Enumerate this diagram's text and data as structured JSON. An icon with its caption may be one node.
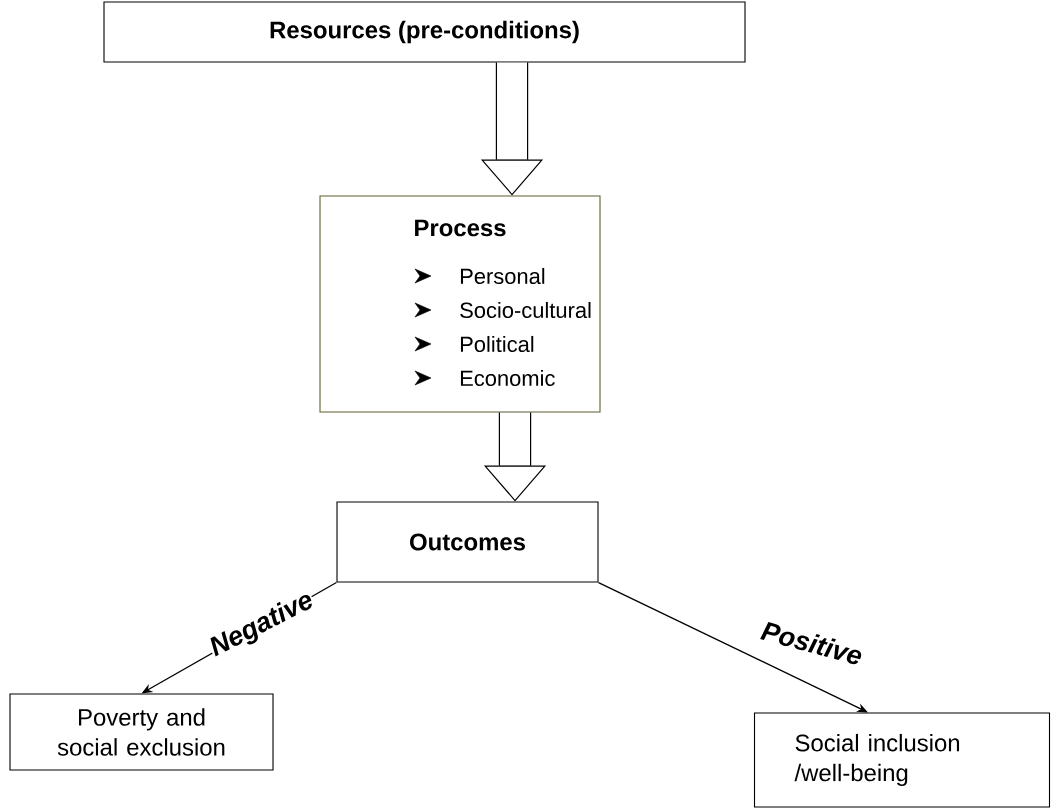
{
  "diagram": {
    "nodes": [
      {
        "text": [
          "Resources (pre-conditions)"
        ]
      },
      {
        "text": [
          "Process",
          "Personal",
          "Socio-cultural",
          "Political",
          "Economic"
        ]
      },
      {
        "text": [
          "Outcomes"
        ]
      },
      {
        "text": [
          "Poverty and social exclusion"
        ]
      },
      {
        "text": [
          "Social inclusion /well-being"
        ]
      }
    ],
    "edges": [
      {
        "from": 0,
        "to": 1,
        "arrow": "to",
        "style": "thick"
      },
      {
        "from": 1,
        "to": 2,
        "arrow": "to",
        "style": "thick"
      },
      {
        "from": 2,
        "to": 3,
        "arrow": "to",
        "label": "Negative"
      },
      {
        "from": 2,
        "to": 4,
        "arrow": "to",
        "label": "Positive"
      }
    ]
  }
}
